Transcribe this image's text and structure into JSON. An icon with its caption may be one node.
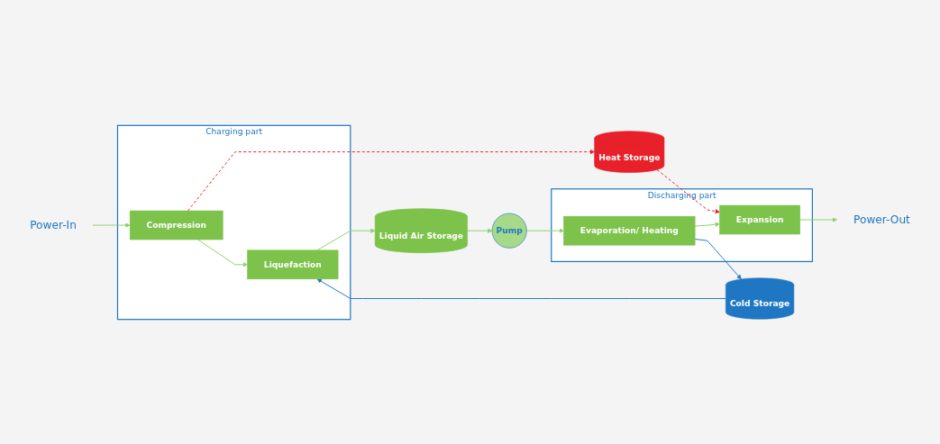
{
  "diagram": {
    "nodes": [
      {
        "text": [
          "Charging part"
        ]
      },
      {
        "text": [
          "Compression"
        ],
        "in": 0
      },
      {
        "text": [
          "Liquefaction"
        ],
        "in": 0
      },
      {
        "text": [
          "Liquid Air Storage"
        ]
      },
      {
        "text": [
          "Pump"
        ]
      },
      {
        "text": [
          "Discharging part"
        ]
      },
      {
        "text": [
          "Evaporation/ Heating"
        ],
        "in": 5
      },
      {
        "text": [
          "Expansion"
        ],
        "in": 5
      },
      {
        "text": [
          "Cold Storage"
        ]
      },
      {
        "text": [
          "Heat Storage"
        ]
      },
      {
        "text": [
          "Power-In"
        ]
      },
      {
        "text": [
          "Power-Out"
        ]
      }
    ],
    "edges": [
      {
        "from": 10,
        "to": 1,
        "arrow": "to"
      },
      {
        "from": 1,
        "to": 2,
        "arrow": "to"
      },
      {
        "from": 2,
        "to": 3,
        "arrow": "to"
      },
      {
        "from": 3,
        "to": 4,
        "arrow": "to"
      },
      {
        "from": 4,
        "to": 6,
        "arrow": "to"
      },
      {
        "from": 6,
        "to": 7,
        "arrow": "to"
      },
      {
        "from": 6,
        "to": 8,
        "arrow": "to",
        "color": "#1f77c4"
      },
      {
        "from": 8,
        "to": 2,
        "arrow": "to",
        "color": "#1f77c4"
      },
      {
        "from": 1,
        "to": 9,
        "arrow": "to",
        "style": "dashed",
        "color": "#e8202a"
      },
      {
        "from": 9,
        "to": 7,
        "arrow": "to",
        "style": "dashed",
        "color": "#e8202a"
      },
      {
        "from": 7,
        "to": 11,
        "arrow": "to"
      }
    ]
  }
}
